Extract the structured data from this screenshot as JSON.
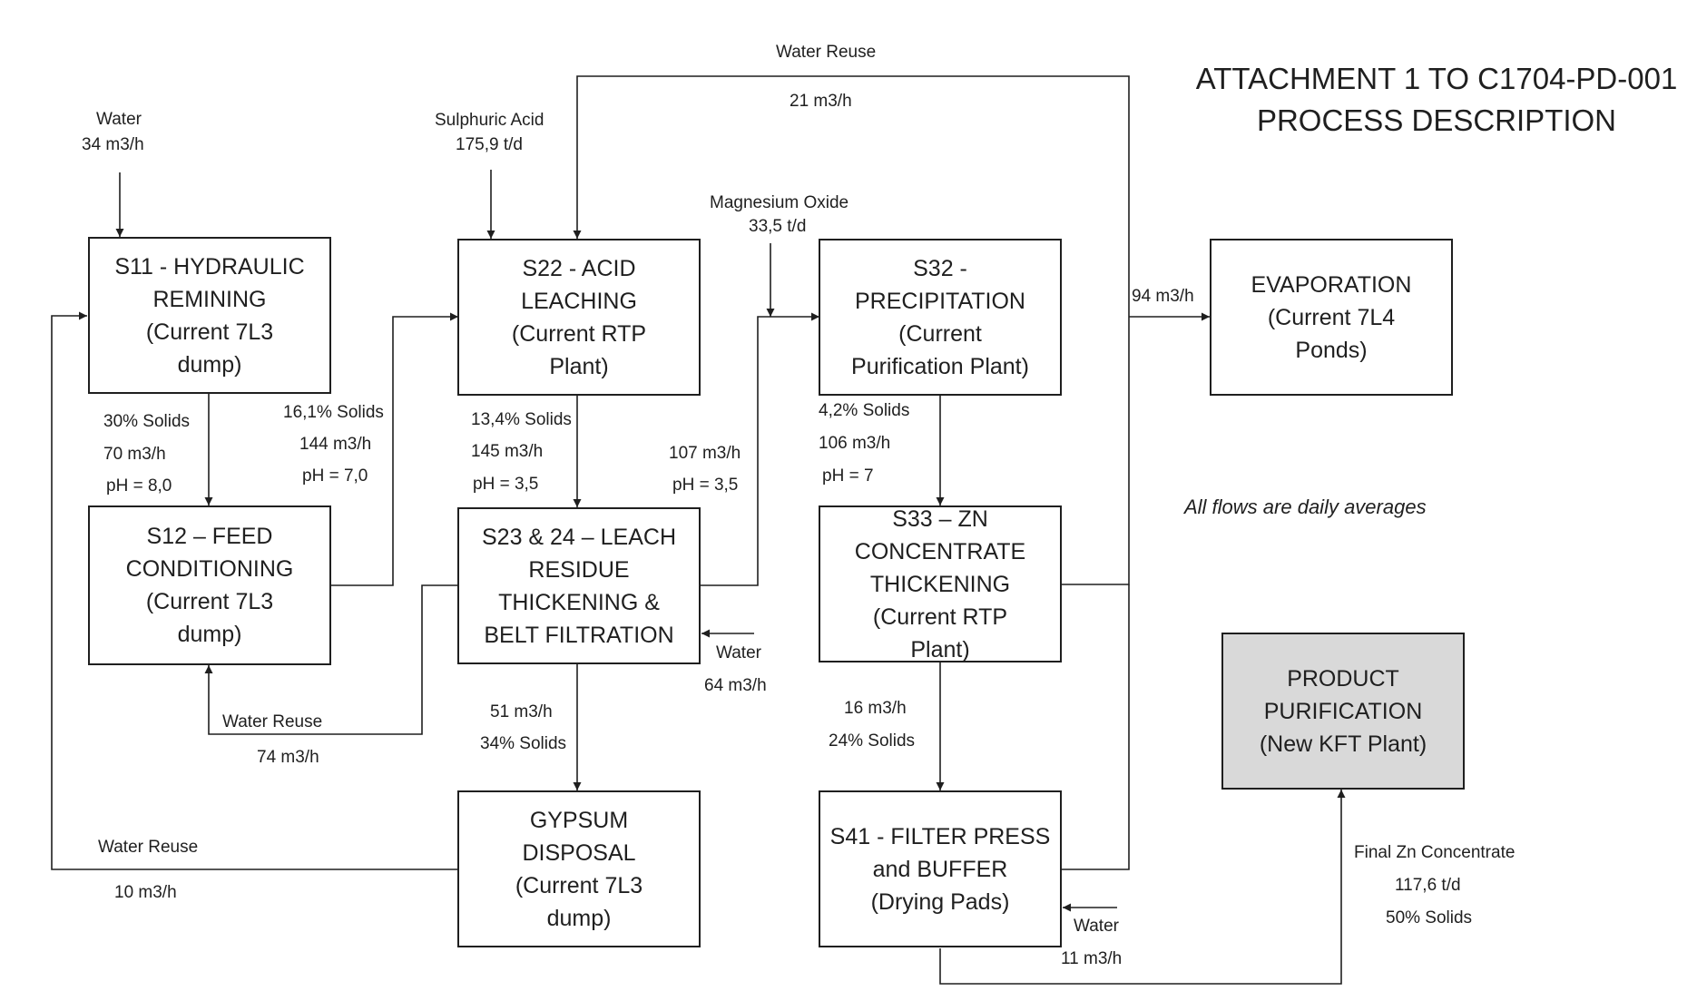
{
  "title": {
    "line1": "ATTACHMENT 1 TO C1704-PD-001",
    "line2": "PROCESS DESCRIPTION"
  },
  "note": "All flows are daily averages",
  "boxes": {
    "s11": [
      "S11 - HYDRAULIC",
      "REMINING",
      "(Current 7L3",
      "dump)"
    ],
    "s12": [
      "S12 – FEED",
      "CONDITIONING",
      "(Current 7L3",
      "dump)"
    ],
    "s22": [
      "S22 - ACID",
      "LEACHING",
      "(Current RTP",
      "Plant)"
    ],
    "s23": [
      "S23 & 24 – LEACH",
      "RESIDUE",
      "THICKENING &",
      "BELT FILTRATION"
    ],
    "gypsum": [
      "GYPSUM",
      "DISPOSAL",
      "(Current 7L3",
      "dump)"
    ],
    "s32": [
      "S32 -",
      "PRECIPITATION",
      "(Current",
      "Purification Plant)"
    ],
    "s33": [
      "S33 – ZN",
      "CONCENTRATE",
      "THICKENING",
      "(Current RTP",
      "Plant)"
    ],
    "s41": [
      "S41 - FILTER PRESS",
      "and BUFFER",
      "(Drying Pads)"
    ],
    "evap": [
      "EVAPORATION",
      "(Current 7L4",
      "Ponds)"
    ],
    "product": [
      "PRODUCT",
      "PURIFICATION",
      "(New KFT Plant)"
    ]
  },
  "labels": {
    "water_in_s11": "Water",
    "water_in_s11_flow": "34 m3/h",
    "acid": "Sulphuric Acid",
    "acid_rate": "175,9 t/d",
    "water_reuse_top": "Water Reuse",
    "water_reuse_top_flow": "21 m3/h",
    "mgo": "Magnesium Oxide",
    "mgo_rate": "33,5 t/d",
    "evap_flow": "94 m3/h",
    "s11_solids": "30% Solids",
    "s11_flow": "70 m3/h",
    "s11_ph": "pH = 8,0",
    "s12_solids": "16,1% Solids",
    "s12_flow": "144 m3/h",
    "s12_ph": "pH = 7,0",
    "s22_solids": "13,4% Solids",
    "s22_flow": "145 m3/h",
    "s22_ph": "pH = 3,5",
    "s23_flow": "107 m3/h",
    "s23_ph": "pH = 3,5",
    "s32_solids": "4,2% Solids",
    "s32_flow": "106 m3/h",
    "s32_ph": "pH = 7",
    "water_s23": "Water",
    "water_s23_flow": "64 m3/h",
    "water_reuse_mid": "Water Reuse",
    "water_reuse_mid_flow": "74 m3/h",
    "gyp_flow": "51 m3/h",
    "gyp_solids": "34% Solids",
    "s33_flow": "16 m3/h",
    "s33_solids": "24% Solids",
    "water_reuse_bottom": "Water Reuse",
    "water_reuse_bottom_flow": "10 m3/h",
    "water_s41": "Water",
    "water_s41_flow": "11 m3/h",
    "final_zn": "Final Zn Concentrate",
    "final_zn_rate": "117,6 t/d",
    "final_zn_solids": "50% Solids"
  }
}
